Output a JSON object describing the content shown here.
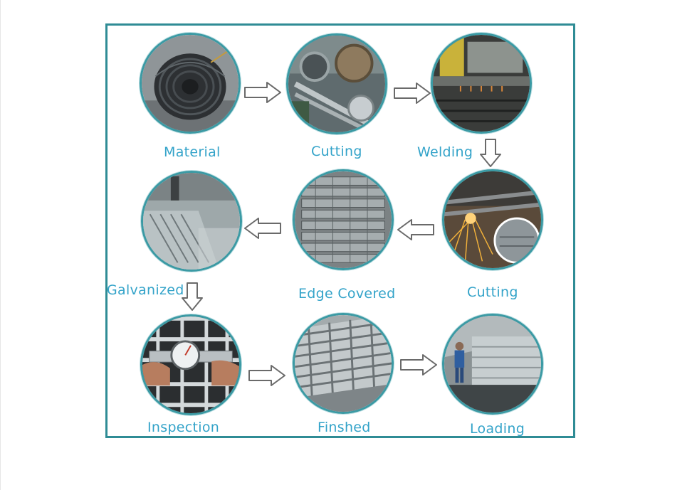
{
  "steps": [
    {
      "label": "Material",
      "image": "steel-wire-coil"
    },
    {
      "label": "Cutting",
      "image": "cutting-machine"
    },
    {
      "label": "Welding",
      "image": "welding-press"
    },
    {
      "label": "Cutting",
      "image": "cutting-sparks"
    },
    {
      "label": "Edge Covered",
      "image": "stacked-grating"
    },
    {
      "label": "Galvanized",
      "image": "galvanizing-bath"
    },
    {
      "label": "Inspection",
      "image": "caliper-measurement"
    },
    {
      "label": "Finshed",
      "image": "finished-grating"
    },
    {
      "label": "Loading",
      "image": "container-loading"
    }
  ],
  "colors": {
    "frame": "#2f8c95",
    "label": "#33a3c9",
    "arrow_fill": "#ffffff",
    "arrow_stroke": "#6a6a6a"
  }
}
